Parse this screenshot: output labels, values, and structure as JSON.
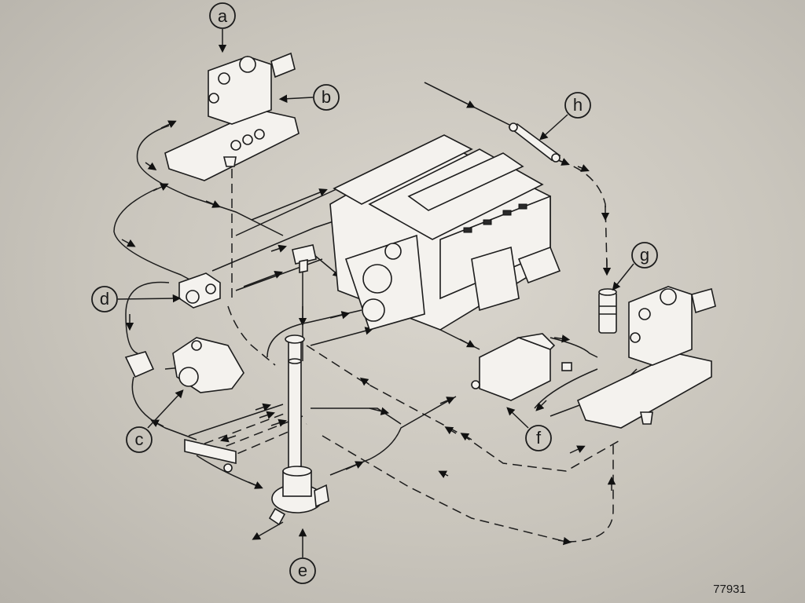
{
  "callouts": [
    {
      "key": "a",
      "text": "a"
    },
    {
      "key": "b",
      "text": "b"
    },
    {
      "key": "c",
      "text": "c"
    },
    {
      "key": "d",
      "text": "d"
    },
    {
      "key": "e",
      "text": "e"
    },
    {
      "key": "f",
      "text": "f"
    },
    {
      "key": "g",
      "text": "g"
    },
    {
      "key": "h",
      "text": "h"
    }
  ],
  "figure_number": "77931",
  "colors": {
    "ink": "#1c1c1c",
    "paper": "#d3cfc7"
  }
}
